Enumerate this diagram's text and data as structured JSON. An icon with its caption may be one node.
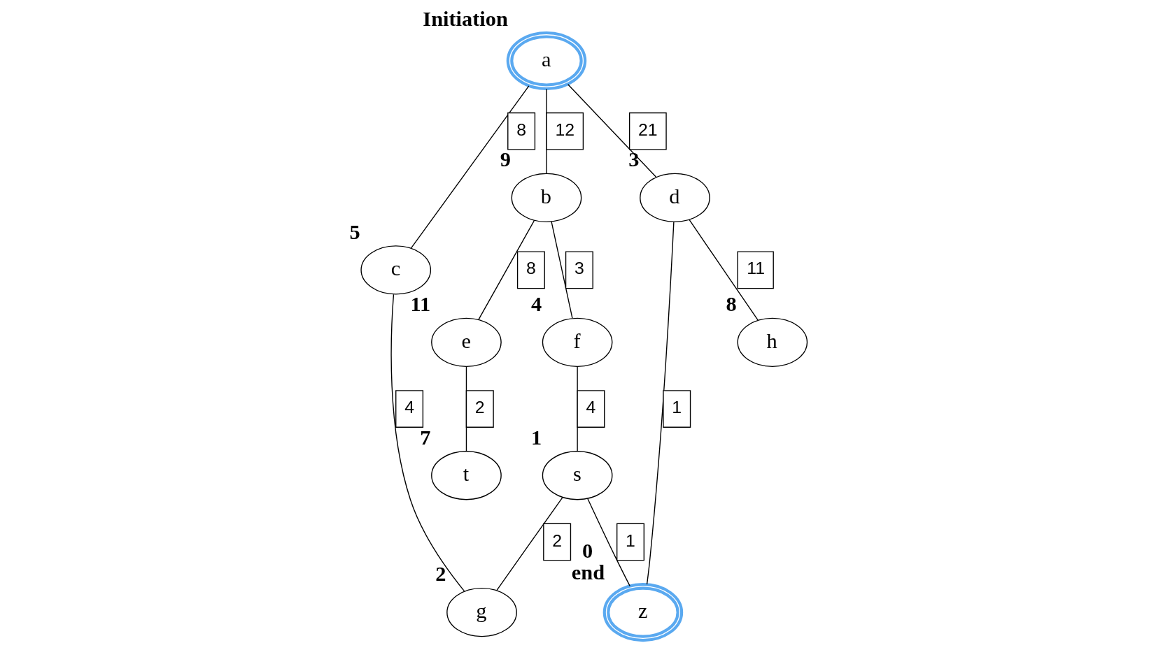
{
  "diagram": {
    "nodes": [
      {
        "text": [
          "a"
        ],
        "beside": [
          "Initiation"
        ]
      },
      {
        "text": [
          "b"
        ],
        "beside": [
          "9"
        ]
      },
      {
        "text": [
          "c"
        ],
        "beside": [
          "5"
        ]
      },
      {
        "text": [
          "d"
        ],
        "beside": [
          "3"
        ]
      },
      {
        "text": [
          "e"
        ],
        "beside": [
          "11"
        ]
      },
      {
        "text": [
          "f"
        ],
        "beside": [
          "4"
        ]
      },
      {
        "text": [
          "g"
        ],
        "beside": [
          "2"
        ]
      },
      {
        "text": [
          "s"
        ],
        "beside": [
          "1"
        ]
      },
      {
        "text": [
          "h"
        ],
        "beside": [
          "8"
        ]
      },
      {
        "text": [
          "t"
        ],
        "beside": [
          "7"
        ]
      },
      {
        "text": [
          "z"
        ],
        "beside": [
          "0",
          "end"
        ]
      }
    ],
    "edges": [
      {
        "from": 0,
        "to": 1,
        "arrow": "none",
        "label": "12"
      },
      {
        "from": 0,
        "to": 3,
        "arrow": "none",
        "label": "21"
      },
      {
        "from": 0,
        "to": 2,
        "arrow": "none",
        "label": "8"
      },
      {
        "from": 1,
        "to": 4,
        "arrow": "none",
        "label": "8"
      },
      {
        "from": 1,
        "to": 5,
        "arrow": "none",
        "label": "3"
      },
      {
        "from": 2,
        "to": 6,
        "arrow": "none",
        "label": "4"
      },
      {
        "from": 5,
        "to": 7,
        "arrow": "none",
        "label": "4"
      },
      {
        "from": 7,
        "to": 6,
        "arrow": "none",
        "label": "2"
      },
      {
        "from": 3,
        "to": 8,
        "arrow": "none",
        "label": "11"
      },
      {
        "from": 3,
        "to": 10,
        "arrow": "none",
        "label": "1"
      },
      {
        "from": 4,
        "to": 9,
        "arrow": "none",
        "label": "2"
      },
      {
        "from": 7,
        "to": 10,
        "arrow": "none",
        "label": "1"
      }
    ]
  }
}
